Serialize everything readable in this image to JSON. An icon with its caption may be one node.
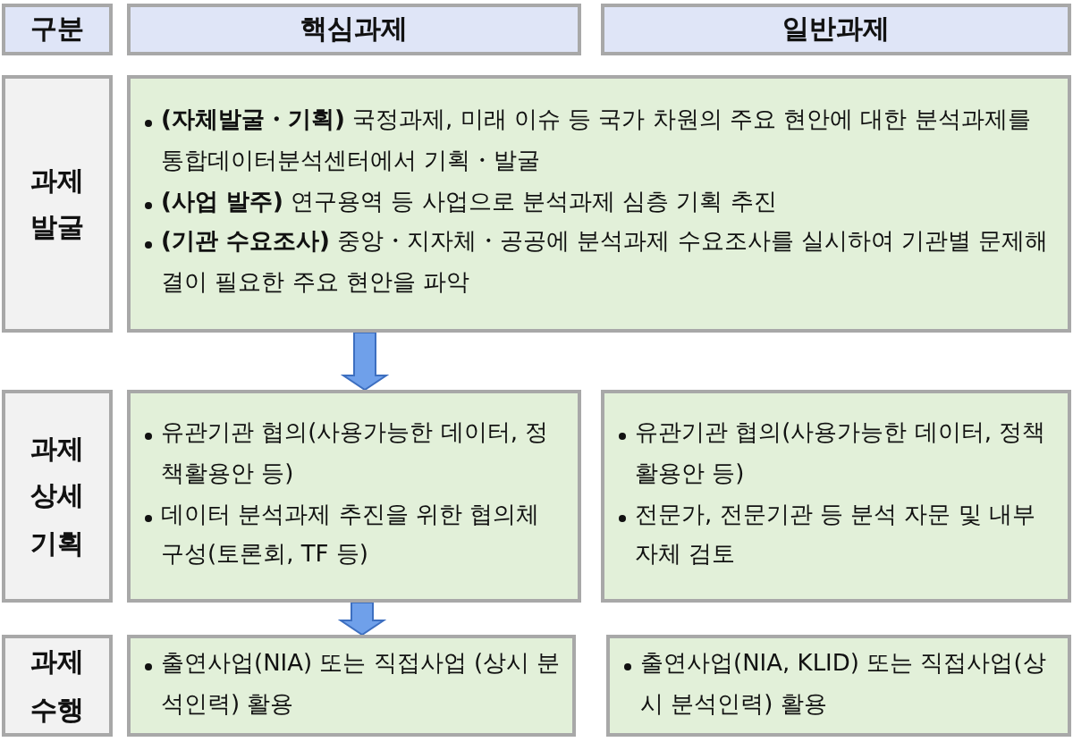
{
  "diagram": {
    "nodes": [
      {
        "text": [
          "구분"
        ]
      },
      {
        "text": [
          "핵심과제"
        ]
      },
      {
        "text": [
          "일반과제"
        ]
      },
      {
        "text": [
          "과제 발굴"
        ]
      },
      {
        "text": [
          "**(자체발굴・기획)** 국정과제, 미래 이슈 등 국가 차원의 주요 현안에 대한 분석과제를 통합데이터분석센터에서 기획・발굴",
          "**(사업 발주)** 연구용역 등 사업으로 분석과제 심층 기획 추진",
          "**(기관 수요조사)** 중앙・지자체・공공에 분석과제 수요조사를 실시하여 기관별 문제해결이 필요한 주요 현안을 파악"
        ]
      },
      {
        "text": [
          "과제 상세 기획"
        ]
      },
      {
        "text": [
          "유관기관 협의(사용가능한 데이터, 정책활용안 등)",
          "데이터 분석과제 추진을 위한 협의체 구성(토론회, TF 등)"
        ]
      },
      {
        "text": [
          "유관기관 협의(사용가능한 데이터, 정책활용안 등)",
          "전문가, 전문기관 등 분석 자문 및 내부 자체 검토"
        ]
      },
      {
        "text": [
          "과제 수행"
        ]
      },
      {
        "text": [
          "출연사업(NIA) 또는 직접사업 (상시 분석인력) 활용"
        ]
      },
      {
        "text": [
          "출연사업(NIA, KLID) 또는 직접사업(상시 분석인력) 활용"
        ]
      }
    ],
    "edges": [
      {
        "from": 4,
        "to": 6,
        "arrow": "to"
      },
      {
        "from": 6,
        "to": 9,
        "arrow": "to"
      }
    ]
  }
}
